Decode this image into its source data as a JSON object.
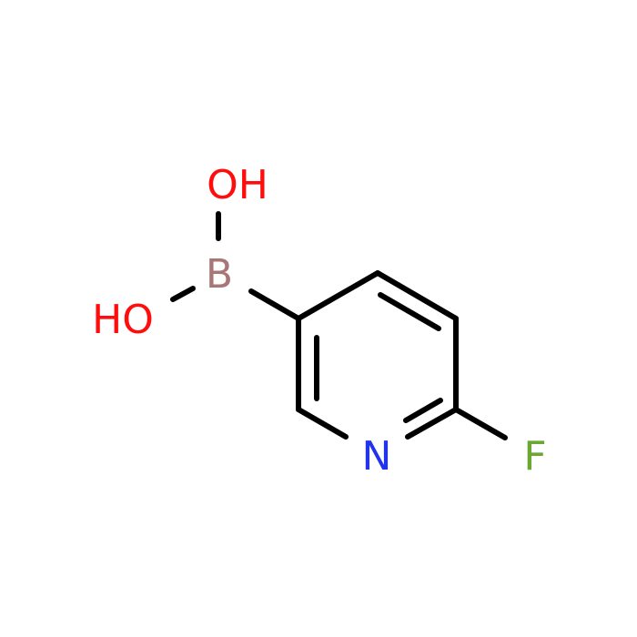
{
  "molecule": {
    "atoms": {
      "oh_top": "OH",
      "oh_left": "HO",
      "boron": "B",
      "nitrogen": "N",
      "fluorine": "F"
    },
    "colors": {
      "bond": "#000000",
      "oxygen": "#ff0d0d",
      "boron": "#a87676",
      "nitrogen": "#2233ee",
      "fluorine": "#6aa832"
    }
  }
}
